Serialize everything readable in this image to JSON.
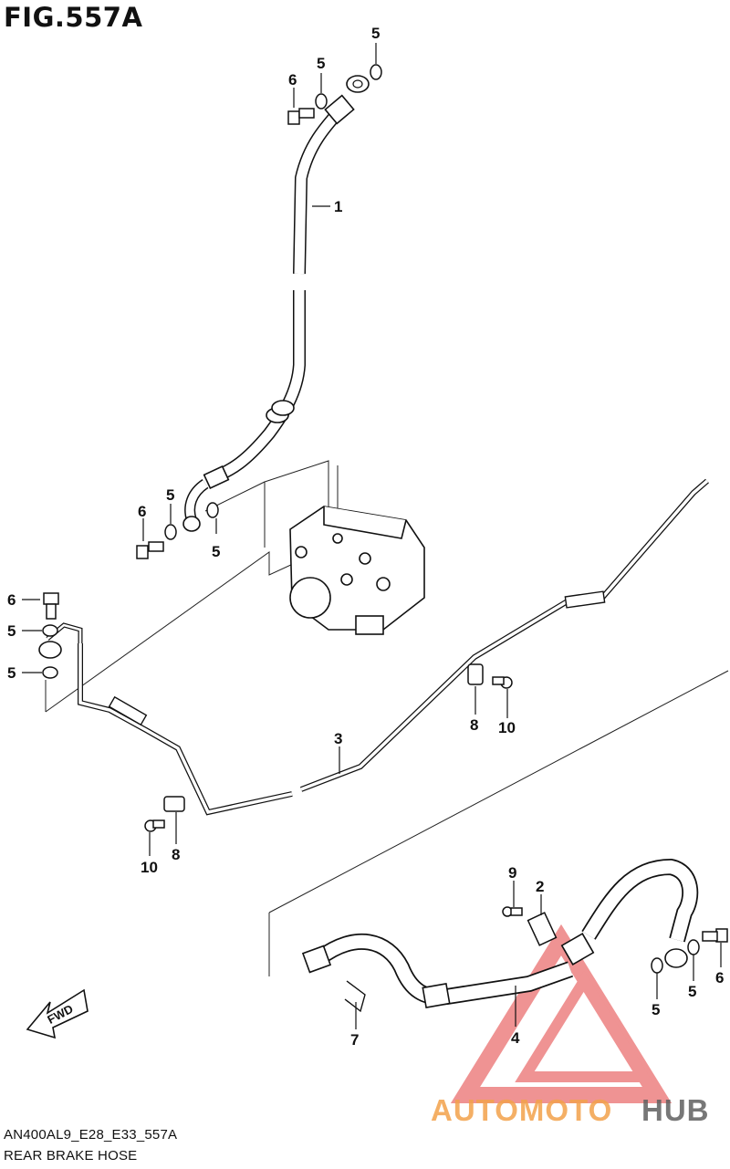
{
  "figure": {
    "title": "FIG.557A"
  },
  "callouts": [
    {
      "id": "c1",
      "label": "1"
    },
    {
      "id": "c2",
      "label": "2"
    },
    {
      "id": "c3",
      "label": "3"
    },
    {
      "id": "c4",
      "label": "4"
    },
    {
      "id": "c5a",
      "label": "5"
    },
    {
      "id": "c5b",
      "label": "5"
    },
    {
      "id": "c5c",
      "label": "5"
    },
    {
      "id": "c5d",
      "label": "5"
    },
    {
      "id": "c5e",
      "label": "5"
    },
    {
      "id": "c5f",
      "label": "5"
    },
    {
      "id": "c5g",
      "label": "5"
    },
    {
      "id": "c5h",
      "label": "5"
    },
    {
      "id": "c6a",
      "label": "6"
    },
    {
      "id": "c6b",
      "label": "6"
    },
    {
      "id": "c6c",
      "label": "6"
    },
    {
      "id": "c6d",
      "label": "6"
    },
    {
      "id": "c7",
      "label": "7"
    },
    {
      "id": "c8a",
      "label": "8"
    },
    {
      "id": "c8b",
      "label": "8"
    },
    {
      "id": "c9",
      "label": "9"
    },
    {
      "id": "c10a",
      "label": "10"
    },
    {
      "id": "c10b",
      "label": "10"
    }
  ],
  "direction_badge": {
    "label": "FWD"
  },
  "footer": {
    "drawing_code": "AN400AL9_E28_E33_557A",
    "caption": "REAR BRAKE HOSE"
  },
  "watermark": {
    "part1": "AUTOMOTO",
    "part2": "HUB",
    "color_primary": "#f3a24b",
    "color_secondary": "#606060",
    "logo_color": "#e23b3b"
  }
}
